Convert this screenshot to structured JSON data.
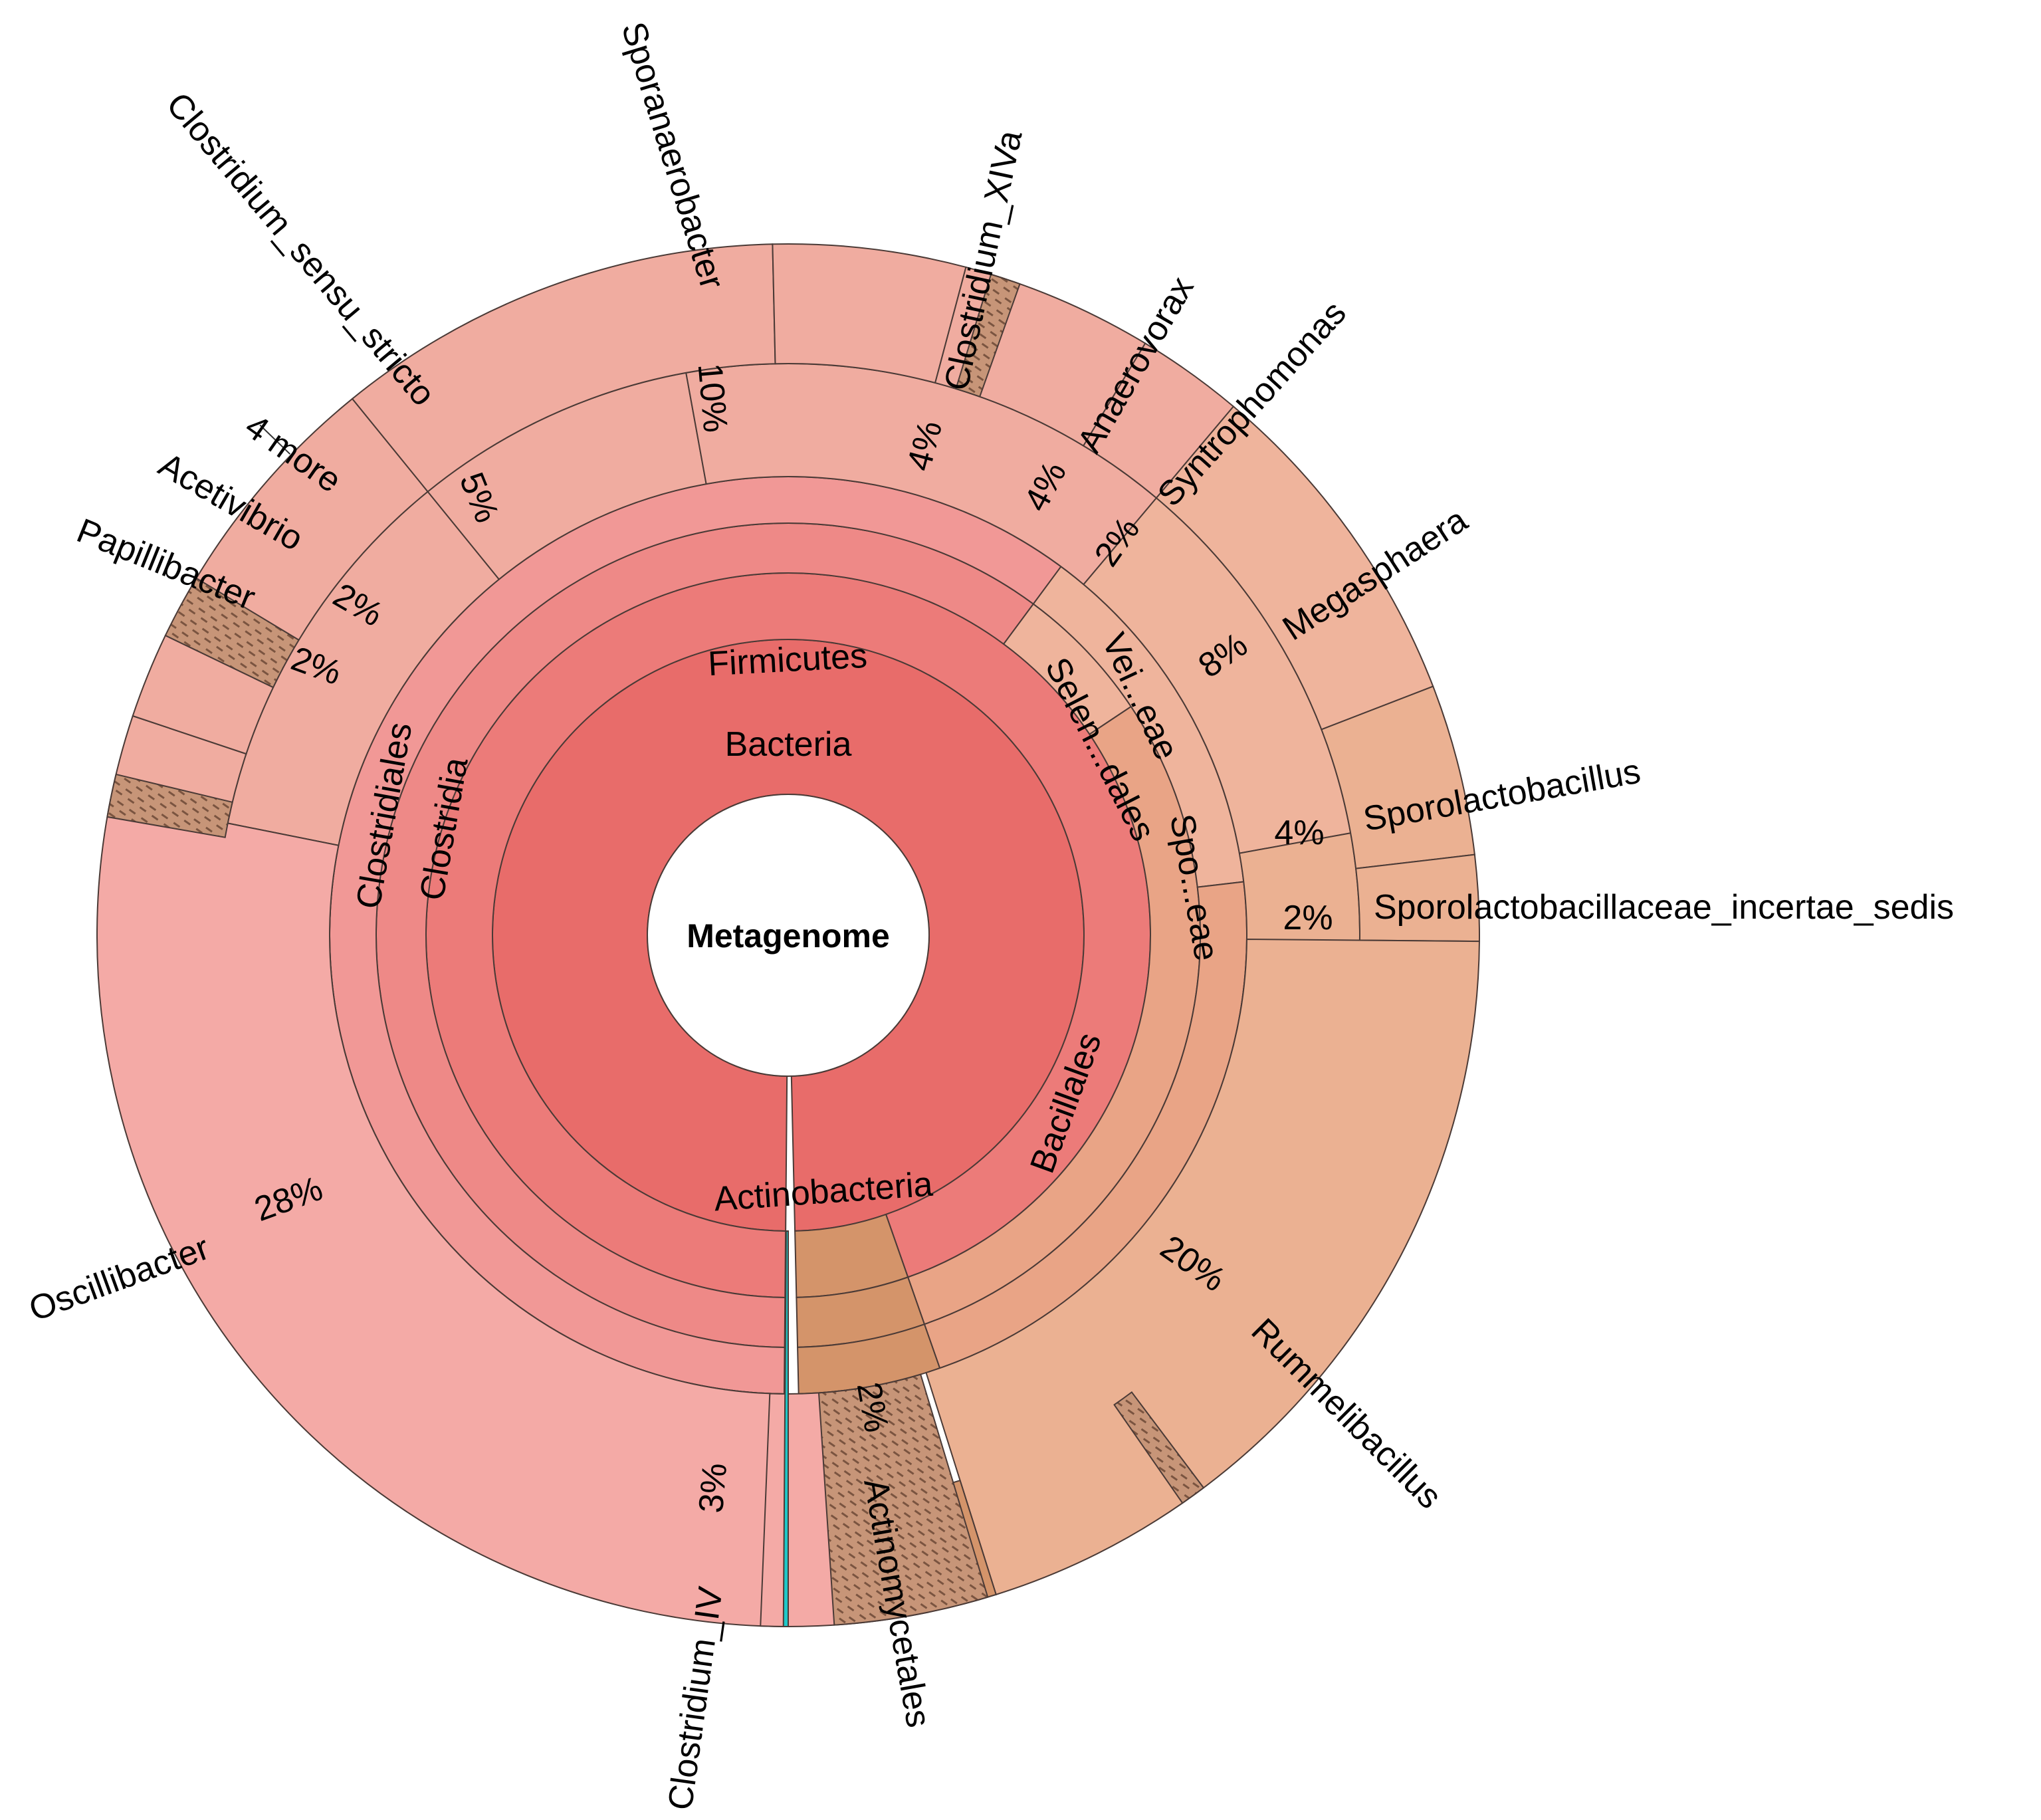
{
  "chart_data": {
    "type": "sunburst",
    "root": "Metagenome",
    "colors": {
      "bacteria": "#e86c6a",
      "firmicutes": "#ec7b79",
      "clostridia_class": "#ee8987",
      "clostridiales": "#f19896",
      "clostridia_genus": "#f4aaa6",
      "clostridia_family": "#f0aca0",
      "selen": "#efb49c",
      "bacillales": "#e9a486",
      "bacilli_genus": "#ebb192",
      "actino": "#d4946a",
      "actino_light": "#e3ab88",
      "unclassified": "#e7b9a6",
      "cyan": "#1ec8c8"
    },
    "rings": {
      "kingdom": [
        {
          "name": "Bacteria",
          "value": 99.5,
          "color_key": "bacteria"
        }
      ],
      "phylum": [
        {
          "name": "Firmicutes",
          "value": 94.5,
          "color_key": "firmicutes"
        },
        {
          "name": "Actinobacteria",
          "value": 5.0,
          "color_key": "actino"
        }
      ],
      "class": [
        {
          "name": "Clostridia",
          "value": 60.0,
          "color_key": "clostridia_class"
        },
        {
          "name": "",
          "value": 5.5,
          "color_key": "selen"
        },
        {
          "name": "",
          "value": 29.0,
          "color_key": "bacillales"
        },
        {
          "name": "",
          "value": 5.0,
          "color_key": "actino"
        }
      ],
      "order": [
        {
          "name": "Clostridiales",
          "value": 60.0,
          "color_key": "clostridiales"
        },
        {
          "name": "Selen...dales",
          "value": 13.0,
          "color_key": "selen"
        },
        {
          "name": "Bacillales",
          "value": 21.5,
          "color_key": "bacillales"
        },
        {
          "name": "Actinomycetales",
          "value": 5.0,
          "color_key": "actino"
        }
      ]
    },
    "families": [
      {
        "name": "",
        "value": 11.0,
        "color_key": "clostridia_family"
      },
      {
        "name": "",
        "value": 8.0,
        "color_key": "clostridia_family"
      },
      {
        "name": "",
        "value": 14.0,
        "color_key": "clostridia_family"
      },
      {
        "name": "Vei...eae",
        "value": 11.0,
        "color_key": "selen"
      },
      {
        "name": "Spo...eae",
        "value": 7.0,
        "color_key": "bacilli_genus"
      }
    ],
    "genera": [
      {
        "name": "Oscillibacter",
        "pct": "28%",
        "value": 28.0,
        "color_key": "clostridia_genus"
      },
      {
        "name": "Papillibacter",
        "pct": "2%",
        "value": 2.0,
        "color_key": "clostridia_family"
      },
      {
        "name": "Acetivibrio",
        "pct": "2%",
        "value": 2.0,
        "color_key": "clostridia_family"
      },
      {
        "name": "4 more",
        "pct": "",
        "value": 1.5,
        "color_key": "unclassified"
      },
      {
        "name": "Clostridium_sensu_stricto",
        "pct": "5%",
        "value": 5.5,
        "color_key": "clostridia_family"
      },
      {
        "name": "Sporanaerobacter",
        "pct": "10%",
        "value": 10.5,
        "color_key": "clostridia_family"
      },
      {
        "name": "Clostridium_XIVa",
        "pct": "4%",
        "value": 4.5,
        "color_key": "clostridia_family"
      },
      {
        "name": "Anaerovorax",
        "pct": "4%",
        "value": 4.5,
        "color_key": "clostridia_family"
      },
      {
        "name": "Syntrophomonas",
        "pct": "2%",
        "value": 2.5,
        "color_key": "clostridia_family"
      },
      {
        "name": "Megasphaera",
        "pct": "8%",
        "value": 8.0,
        "color_key": "selen"
      },
      {
        "name": "Sporolactobacillus",
        "pct": "4%",
        "value": 4.0,
        "color_key": "bacilli_genus"
      },
      {
        "name": "Sporolactobacillaceae_incertae_sedis",
        "pct": "2%",
        "value": 2.0,
        "color_key": "bacilli_genus"
      },
      {
        "name": "Rummelibacillus",
        "pct": "20%",
        "value": 20.0,
        "color_key": "bacilli_genus"
      },
      {
        "name": "Actinomycetales",
        "pct": "2%",
        "value": 2.5,
        "color_key": "actino"
      },
      {
        "name": "Clostridium_IV",
        "pct": "3%",
        "value": 3.0,
        "color_key": "clostridia_genus"
      }
    ]
  }
}
